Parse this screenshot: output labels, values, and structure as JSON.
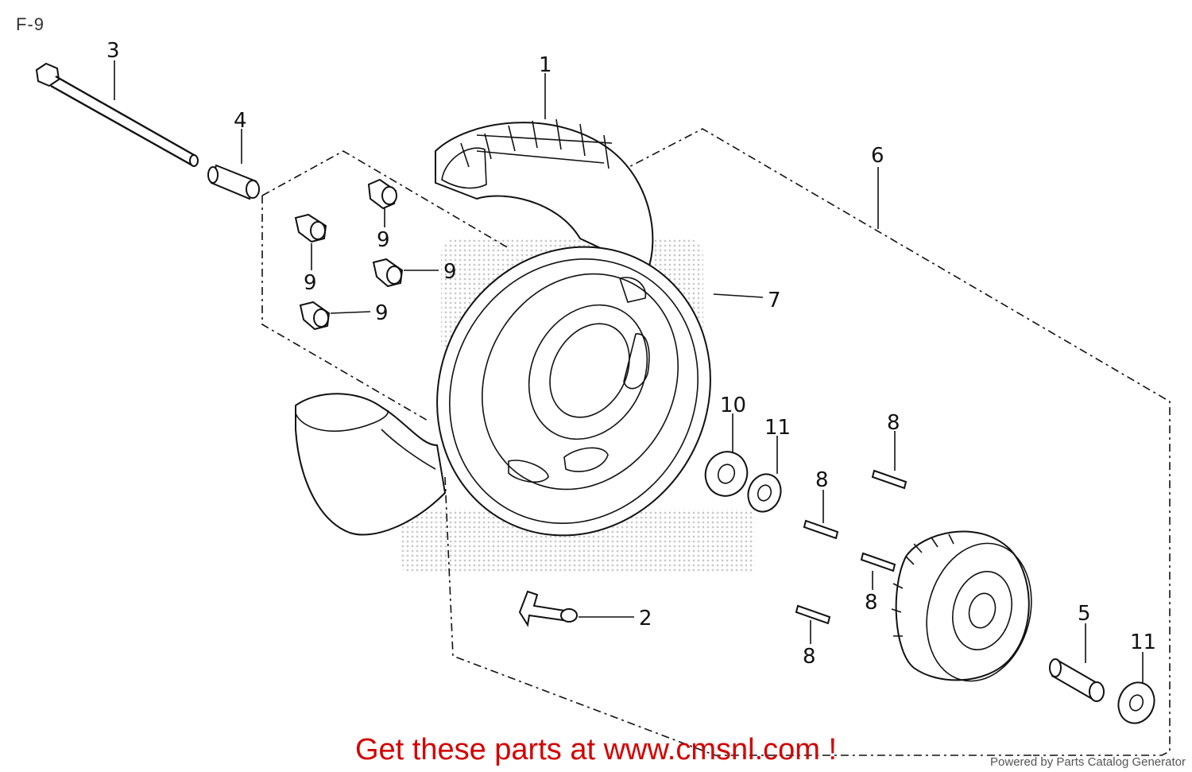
{
  "header": {
    "title": "F-9"
  },
  "callouts": {
    "c1": "1",
    "c2": "2",
    "c3": "3",
    "c4": "4",
    "c5": "5",
    "c6": "6",
    "c7": "7",
    "c8a": "8",
    "c8b": "8",
    "c8c": "8",
    "c8d": "8",
    "c9a": "9",
    "c9b": "9",
    "c9c": "9",
    "c9d": "9",
    "c10": "10",
    "c11a": "11",
    "c11b": "11"
  },
  "footer": {
    "promo": "Get these parts at www.cmsnl.com !",
    "credit": "Powered by Parts Catalog Generator"
  },
  "colors": {
    "promo": "#d40000",
    "line": "#111111"
  }
}
